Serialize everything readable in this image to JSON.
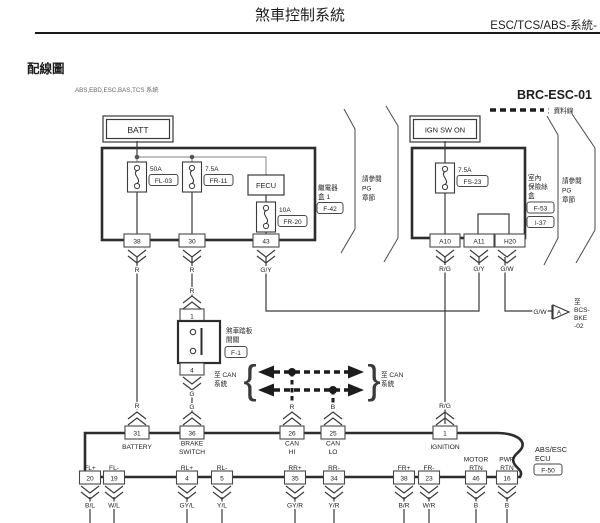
{
  "page": {
    "title": "煞車控制系統",
    "section": "ESC/TCS/ABS-系統-",
    "subtitle": "配線圖",
    "systems_note": "ABS,EBD,ESC,BAS,TCS 系統",
    "diagram_code": "BRC-ESC-01",
    "legend_label": "：資料線"
  },
  "power": {
    "batt": "BATT",
    "ign": "IGN SW ON"
  },
  "relay_box": {
    "fuse1_amp": "50A",
    "fuse1_code": "FL-03",
    "fuse2_amp": "7.5A",
    "fuse2_code": "FR-11",
    "fecu_label": "FECU",
    "fuse3_amp": "10A",
    "fuse3_code": "FR-20",
    "name1": "繼電器",
    "name2": "盒 1",
    "code": "F-42",
    "ref1": "請參閱",
    "ref2": "PG",
    "ref3": "章節",
    "pins": [
      "38",
      "30",
      "43"
    ],
    "pin_colors": [
      "R",
      "R",
      "G/Y"
    ]
  },
  "interior_box": {
    "fuse_amp": "7.5A",
    "fuse_code": "FS-23",
    "name1": "室內",
    "name2": "保險絲",
    "name3": "盒",
    "code1": "F-53",
    "code2": "I-37",
    "ref1": "請參閱",
    "ref2": "PG",
    "ref3": "章節",
    "pins": [
      "A10",
      "A11",
      "H20"
    ],
    "pin_colors": [
      "R/G",
      "G/Y",
      "G/W"
    ]
  },
  "brake_switch": {
    "pin_top": "1",
    "pin_bot": "4",
    "name1": "煞車踏板",
    "name2": "開關",
    "code": "F-1"
  },
  "branch": {
    "wire": "G/W",
    "tag": "A",
    "d1": "至",
    "d2": "BCS-",
    "d3": "BKE",
    "d4": "-02"
  },
  "can": {
    "left1": "至 CAN",
    "left2": "系統",
    "right1": "至 CAN",
    "right2": "系統"
  },
  "ecu": {
    "name1": "ABS/ESC",
    "name2": "ECU",
    "code": "F-50",
    "top": [
      {
        "pin": "31",
        "l1": "BATTERY",
        "wire": "R"
      },
      {
        "pin": "36",
        "l1": "BRAKE",
        "l2": "SWITCH",
        "wire": "G"
      },
      {
        "pin": "26",
        "l1": "CAN",
        "l2": "HI",
        "wire": "R"
      },
      {
        "pin": "25",
        "l1": "CAN",
        "l2": "LO",
        "wire": "B"
      },
      {
        "pin": "1",
        "l1": "IGNITION",
        "wire": "R/G"
      }
    ],
    "bottom": [
      {
        "l1": "FL+",
        "pin": "20",
        "wire": "B/L"
      },
      {
        "l1": "FL-",
        "pin": "19",
        "wire": "W/L"
      },
      {
        "l1": "RL+",
        "pin": "4",
        "wire": "GY/L"
      },
      {
        "l1": "RL-",
        "pin": "5",
        "wire": "Y/L"
      },
      {
        "l1": "RR+",
        "pin": "35",
        "wire": "GY/R"
      },
      {
        "l1": "RR-",
        "pin": "34",
        "wire": "Y/R"
      },
      {
        "l1": "FR+",
        "pin": "38",
        "wire": "B/R"
      },
      {
        "l1": "FR-",
        "pin": "23",
        "wire": "W/R"
      },
      {
        "l1": "MOTOR",
        "l2": "RTN",
        "pin": "46",
        "wire": "B"
      },
      {
        "l1": "PWR",
        "l2": "RTN",
        "pin": "16",
        "wire": "B"
      }
    ]
  }
}
